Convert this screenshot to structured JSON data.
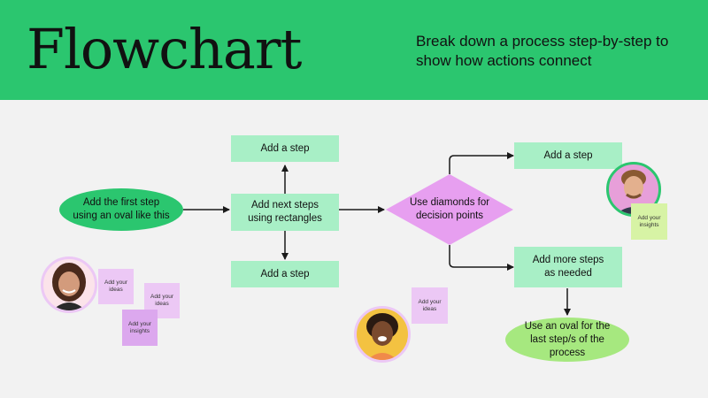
{
  "header": {
    "title": "Flowchart",
    "subtitle": "Break down a process step-by-step to show how actions connect"
  },
  "nodes": {
    "start_oval": "Add the first step using an oval like this",
    "next_steps_rect": "Add next steps using rectangles",
    "top_step_rect": "Add a step",
    "bottom_step_rect": "Add a step",
    "decision_diamond": "Use diamonds for decision points",
    "right_top_step_rect": "Add a step",
    "more_steps_rect": "Add more steps as needed",
    "end_oval": "Use an oval for the last step/s of the process"
  },
  "notes": {
    "left_ideas_1": "Add your ideas",
    "left_ideas_2": "Add your ideas",
    "left_insights": "Add your insights",
    "middle_ideas": "Add your ideas",
    "right_insights": "Add your insights"
  },
  "colors": {
    "header_green": "#2bc66f",
    "rect_green": "#a8efc6",
    "diamond_pink": "#e79ff0",
    "end_oval_lime": "#a6e87f",
    "background": "#f2f2f2"
  }
}
